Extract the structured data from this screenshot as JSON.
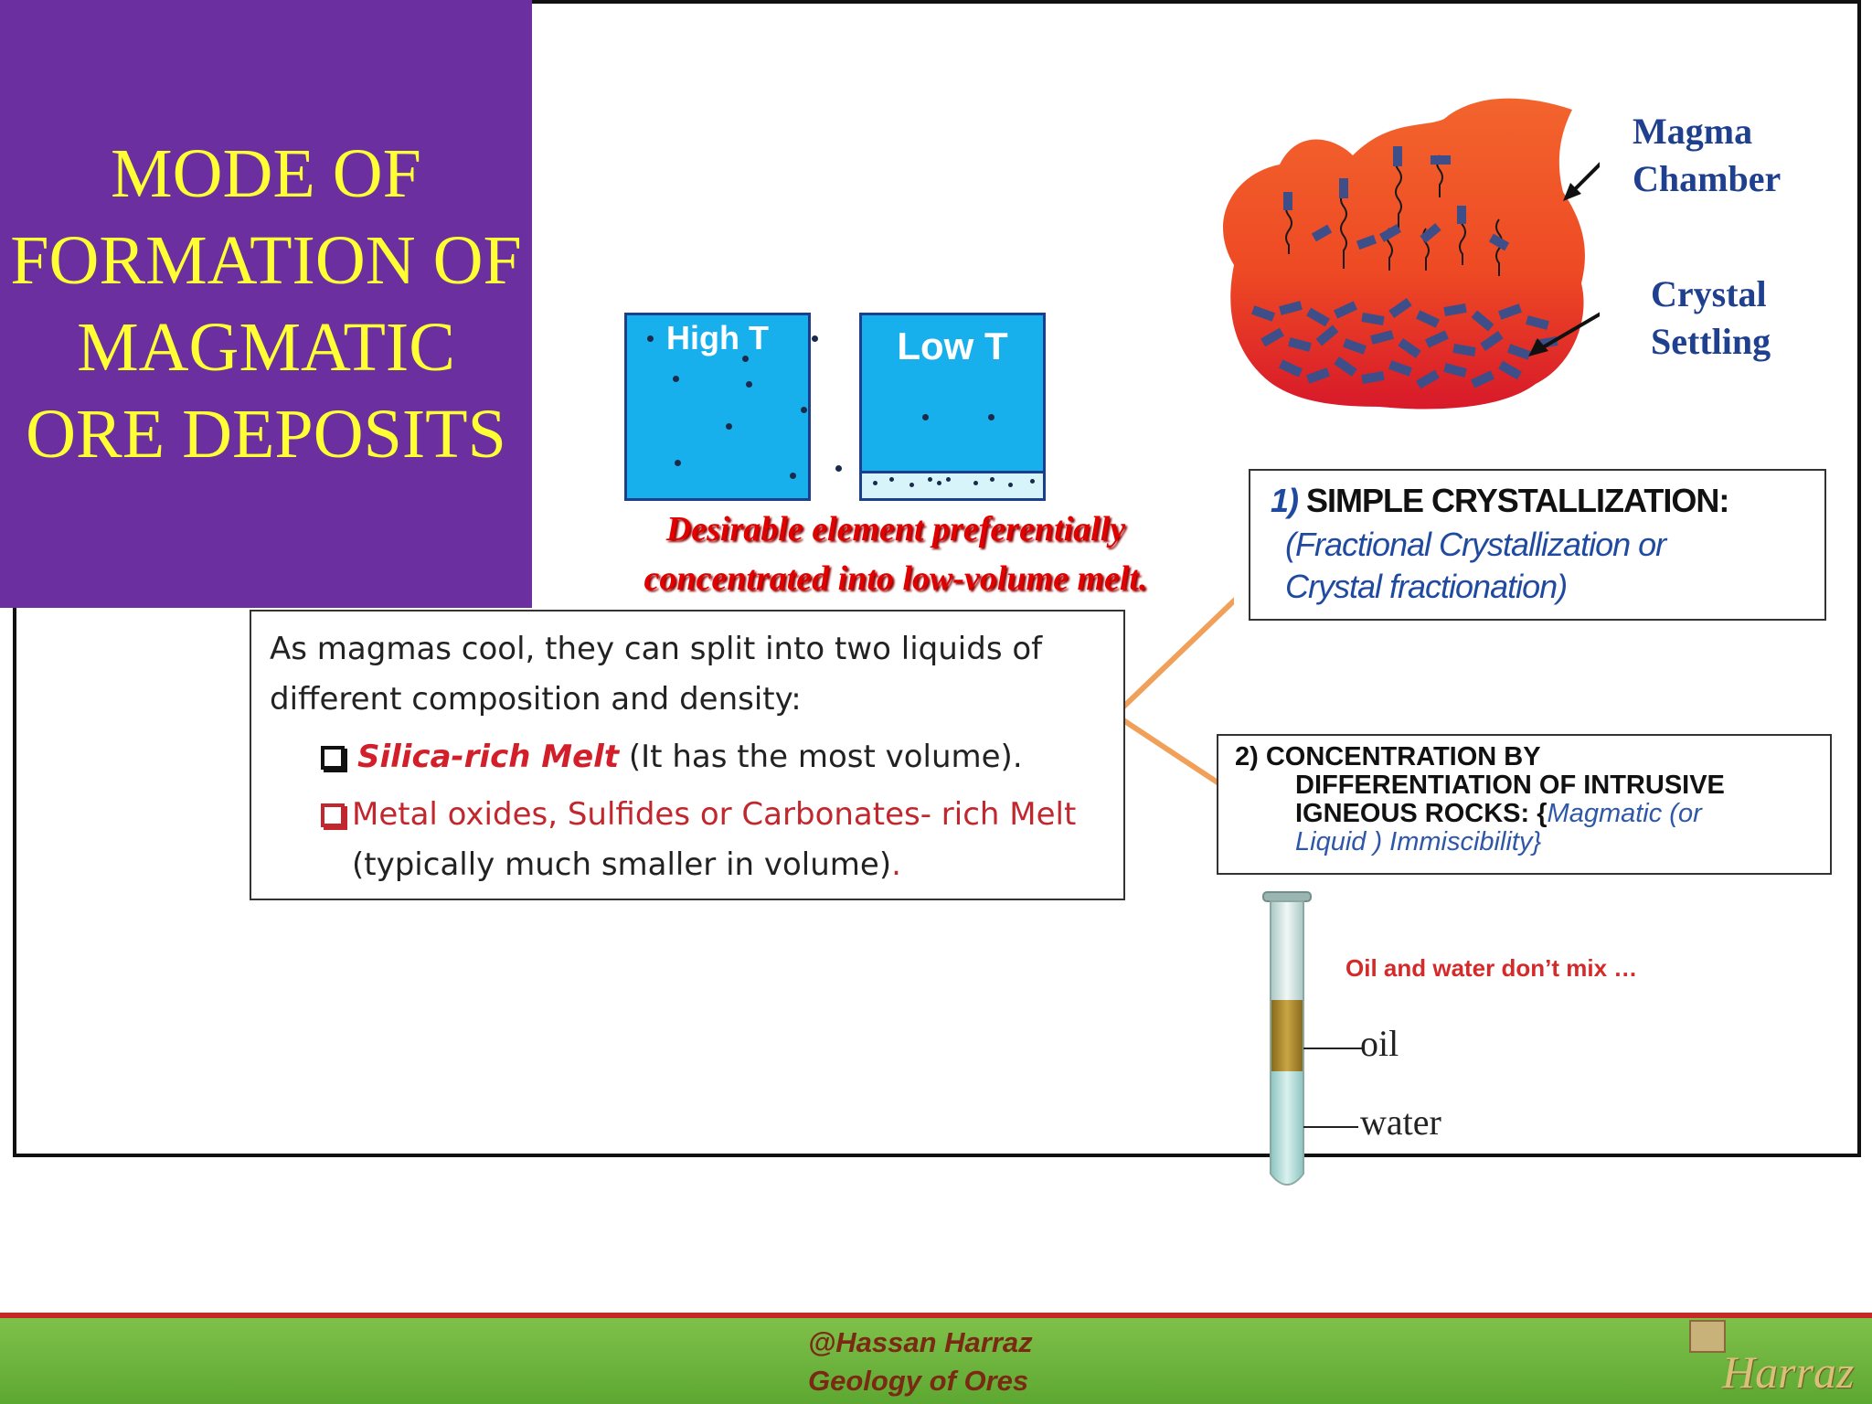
{
  "title": "MODE OF FORMATION OF MAGMATIC ORE DEPOSITS",
  "temperature_boxes": {
    "high_label": "High T",
    "low_label": "Low T"
  },
  "caption": {
    "line1": "Desirable element  preferentially",
    "line2": "concentrated into low-volume melt."
  },
  "main_box": {
    "intro": "As magmas cool, they can split into two liquids of different  composition and density:",
    "bullet1_emph": "Silica-rich Melt",
    "bullet1_rest": " (It has the most volume).",
    "bullet2_red": "Metal oxides, Sulfides or Carbonates- rich Melt",
    "bullet2_rest": " (typically much smaller in volume)",
    "bullet2_end": "."
  },
  "box1": {
    "number": "1)",
    "heading": " SIMPLE CRYSTALLIZATION:",
    "sub1": "(Fractional Crystallization or",
    "sub2": "Crystal fractionation)"
  },
  "box2": {
    "line1": "2) CONCENTRATION BY",
    "line2": "DIFFERENTIATION OF INTRUSIVE",
    "line3_bold": "IGNEOUS ROCKS: {",
    "line3_blue": "Magmatic  (or",
    "line4_blue": "Liquid ) Immiscibility}"
  },
  "chamber": {
    "label1": "Magma",
    "label2": "Chamber",
    "label3": "Crystal",
    "label4": "Settling"
  },
  "tube": {
    "note": "Oil and water don’t mix …",
    "oil": "oil",
    "water": "water"
  },
  "footer": {
    "line1": "@Hassan Harraz",
    "line2": "Geology  of Ores",
    "logo_text": "Harraz"
  },
  "colors": {
    "title_bg": "#6c2fa0",
    "title_text": "#ffff33",
    "box_blue": "#18b0ec",
    "accent_red": "#e00000",
    "label_blue": "#1f3f8f",
    "footer_green": "#6ab43c"
  }
}
